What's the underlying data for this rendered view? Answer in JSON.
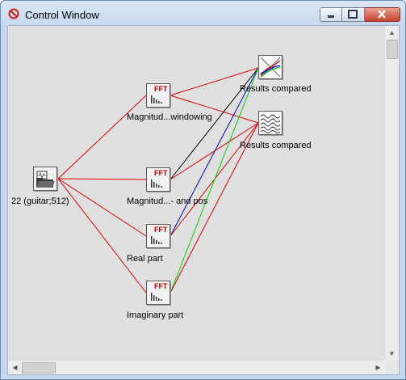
{
  "window": {
    "title": "Control Window"
  },
  "nodes": {
    "source": {
      "label": "22 (guitar;512)"
    },
    "fft1": {
      "label": "Magnitud...windowing"
    },
    "fft2": {
      "label": "Magnitud...- and pos"
    },
    "fft3": {
      "label": "Real part"
    },
    "fft4": {
      "label": "Imaginary part"
    },
    "result1": {
      "label": "Results compared"
    },
    "result2": {
      "label": "Results compared"
    }
  },
  "icons": {
    "fft_text": "FFT",
    "window": "app-icon",
    "source": "folder-signal-icon",
    "result1": "line-plot-icon",
    "result2": "waveform-icon"
  },
  "colors": {
    "red": "#e00000",
    "black": "#000000",
    "blue": "#0000e0",
    "green": "#00d000"
  }
}
